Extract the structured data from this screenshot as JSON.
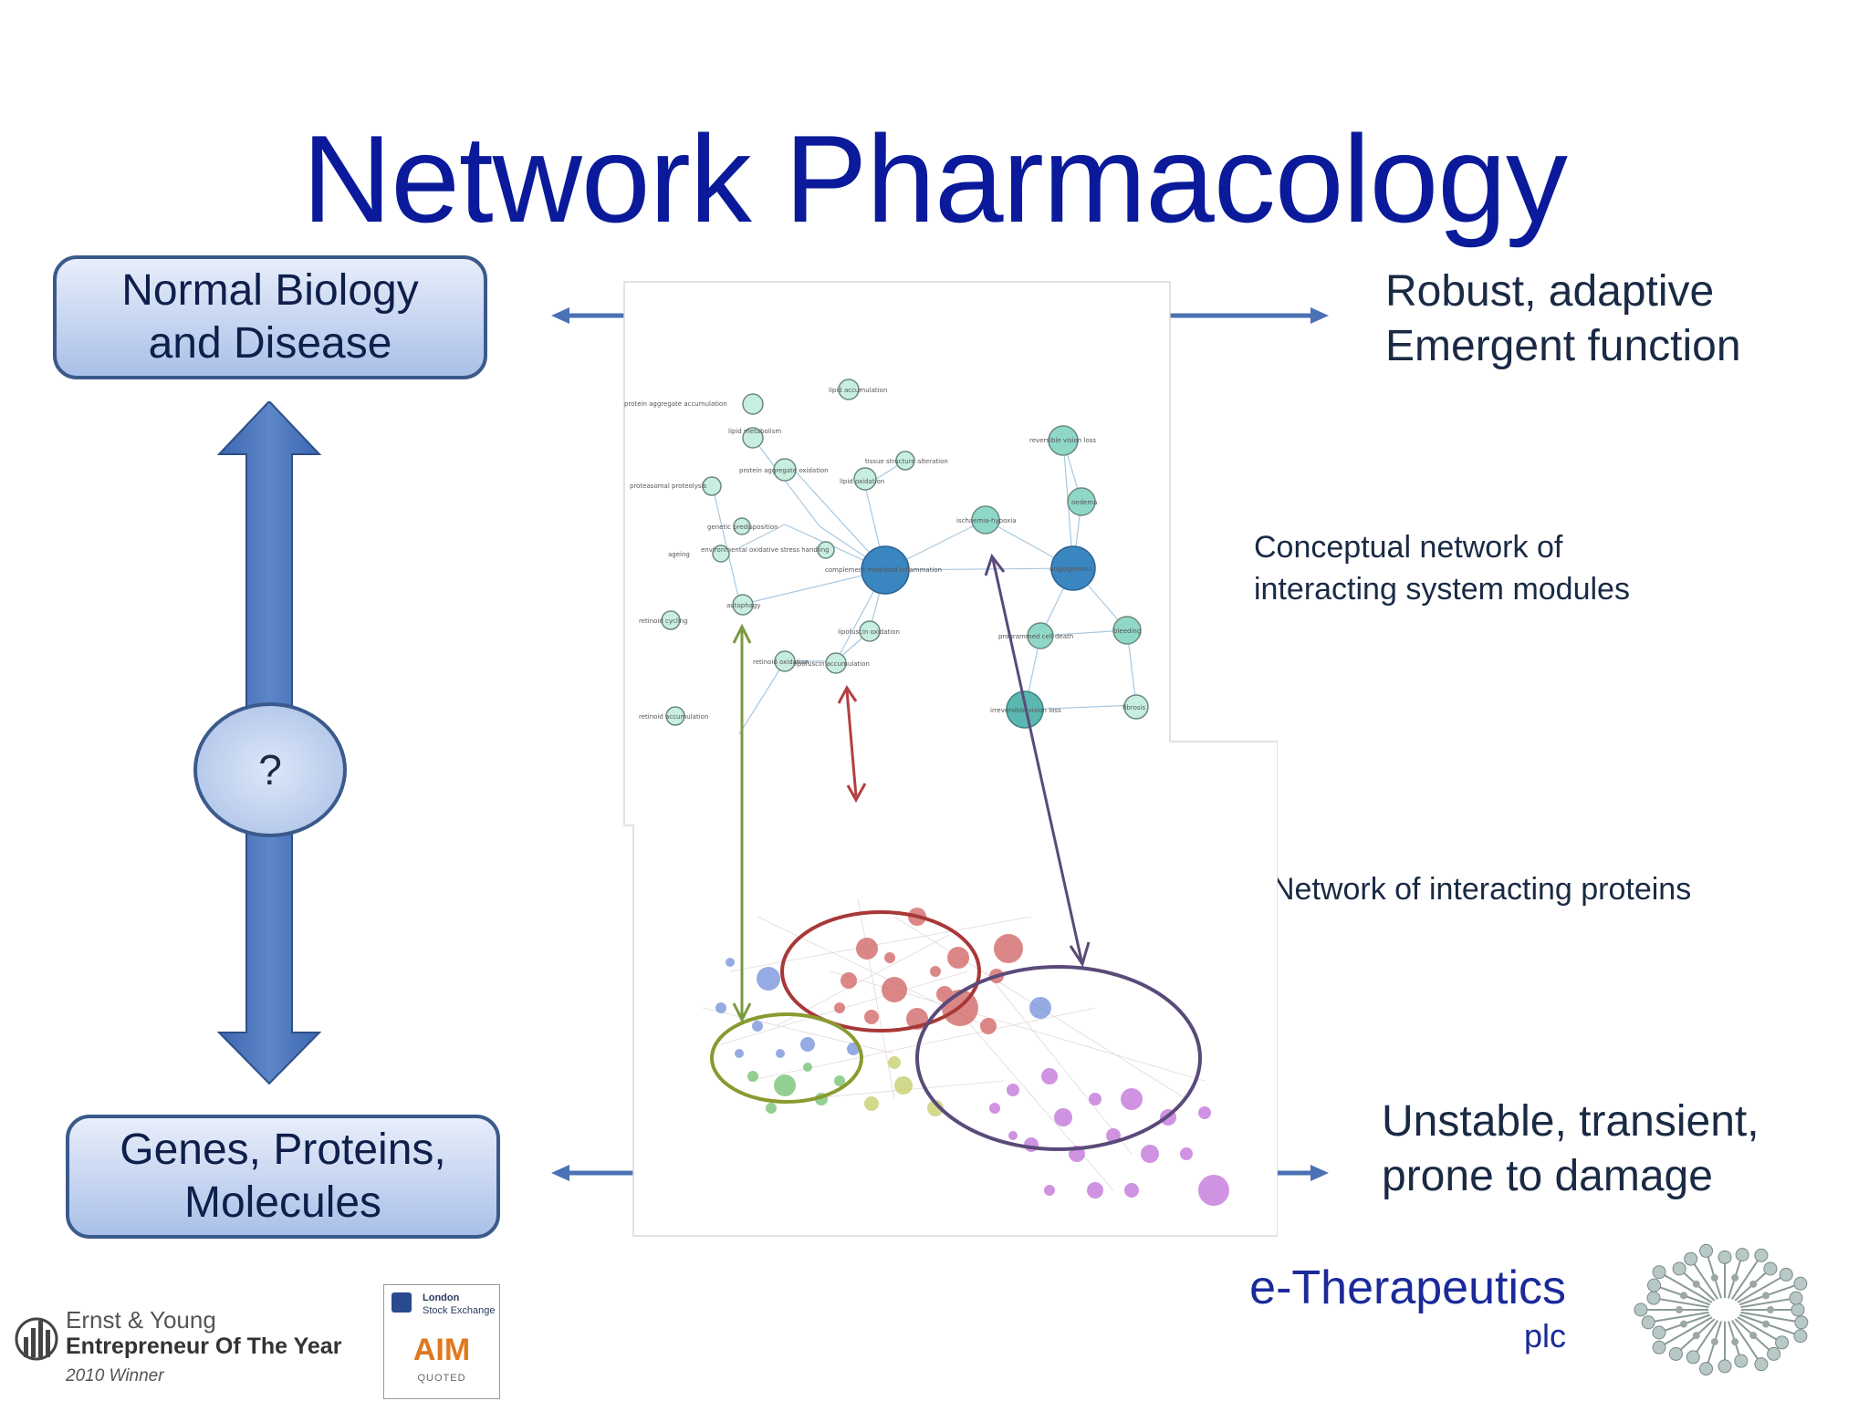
{
  "slide": {
    "title": "Network Pharmacology",
    "top_box": {
      "line1": "Normal Biology",
      "line2": "and Disease"
    },
    "bottom_box": {
      "line1": "Genes, Proteins,",
      "line2": "Molecules"
    },
    "question": "?",
    "right_top": {
      "line1": "Robust, adaptive",
      "line2": "Emergent function"
    },
    "right_bottom": {
      "line1": "Unstable, transient,",
      "line2": "prone to damage"
    },
    "mid_top": {
      "line1": "Conceptual network of",
      "line2": "interacting system modules"
    },
    "mid_bottom": "Network of interacting proteins"
  },
  "network": {
    "nodes": [
      "protein aggregate accumulation",
      "lipid accumulation",
      "lipid metabolism",
      "protein aggregate oxidation",
      "tissue structure alteration",
      "lipid oxidation",
      "proteasomal proteolysis",
      "reversible vision loss",
      "ischaemia-hypoxia",
      "oedema",
      "genetic predisposition",
      "environmental oxidative stress handling",
      "ageing",
      "complement mediated inflammation",
      "angiogenesis",
      "autophagy",
      "retinoid cycling",
      "lipofuscin oxidation",
      "programmed cell death",
      "bleeding",
      "retinoid oxidation",
      "lipofuscin accumulation",
      "retinoid accumulation",
      "irreversible vision loss",
      "fibrosis"
    ]
  },
  "logos": {
    "ey": {
      "line1": "Ernst & Young",
      "line2": "Entrepreneur Of The Year",
      "line3": "2010 Winner"
    },
    "lse": {
      "line1": "London",
      "line2": "Stock Exchange",
      "mark": "AIM",
      "sub": "QUOTED"
    },
    "company": {
      "name": "e-Therapeutics",
      "suffix": "plc"
    }
  },
  "colors": {
    "title": "#0a1a9a",
    "arrow": "#4a72b4",
    "box_border": "#3b5a8c",
    "red_cluster": "#b34040",
    "purple_cluster": "#5a4a7a",
    "green_cluster": "#8a9a30",
    "node": "#7fd0c0"
  }
}
